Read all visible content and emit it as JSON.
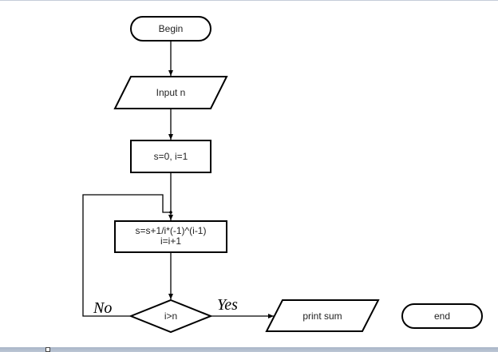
{
  "flowchart": {
    "nodes": {
      "begin": {
        "type": "terminator",
        "label": "Begin"
      },
      "input": {
        "type": "io",
        "label": "Input n"
      },
      "init": {
        "type": "process",
        "label": "s=0, i=1"
      },
      "loop_body": {
        "type": "process",
        "line1": "s=s+1/i*(-1)^(i-1)",
        "line2": "i=i+1"
      },
      "condition": {
        "type": "decision",
        "label": "i>n"
      },
      "output": {
        "type": "io",
        "label": "print sum"
      },
      "end": {
        "type": "terminator",
        "label": "end"
      }
    },
    "branches": {
      "no": "No",
      "yes": "Yes"
    },
    "edges": [
      {
        "from": "begin",
        "to": "input"
      },
      {
        "from": "input",
        "to": "init"
      },
      {
        "from": "init",
        "to": "loop_body"
      },
      {
        "from": "loop_body",
        "to": "condition"
      },
      {
        "from": "condition",
        "to": "loop_body",
        "label": "No"
      },
      {
        "from": "condition",
        "to": "output",
        "label": "Yes"
      }
    ]
  },
  "colors": {
    "stroke": "#000000",
    "fill": "#ffffff",
    "frame": "#aab6c8"
  }
}
